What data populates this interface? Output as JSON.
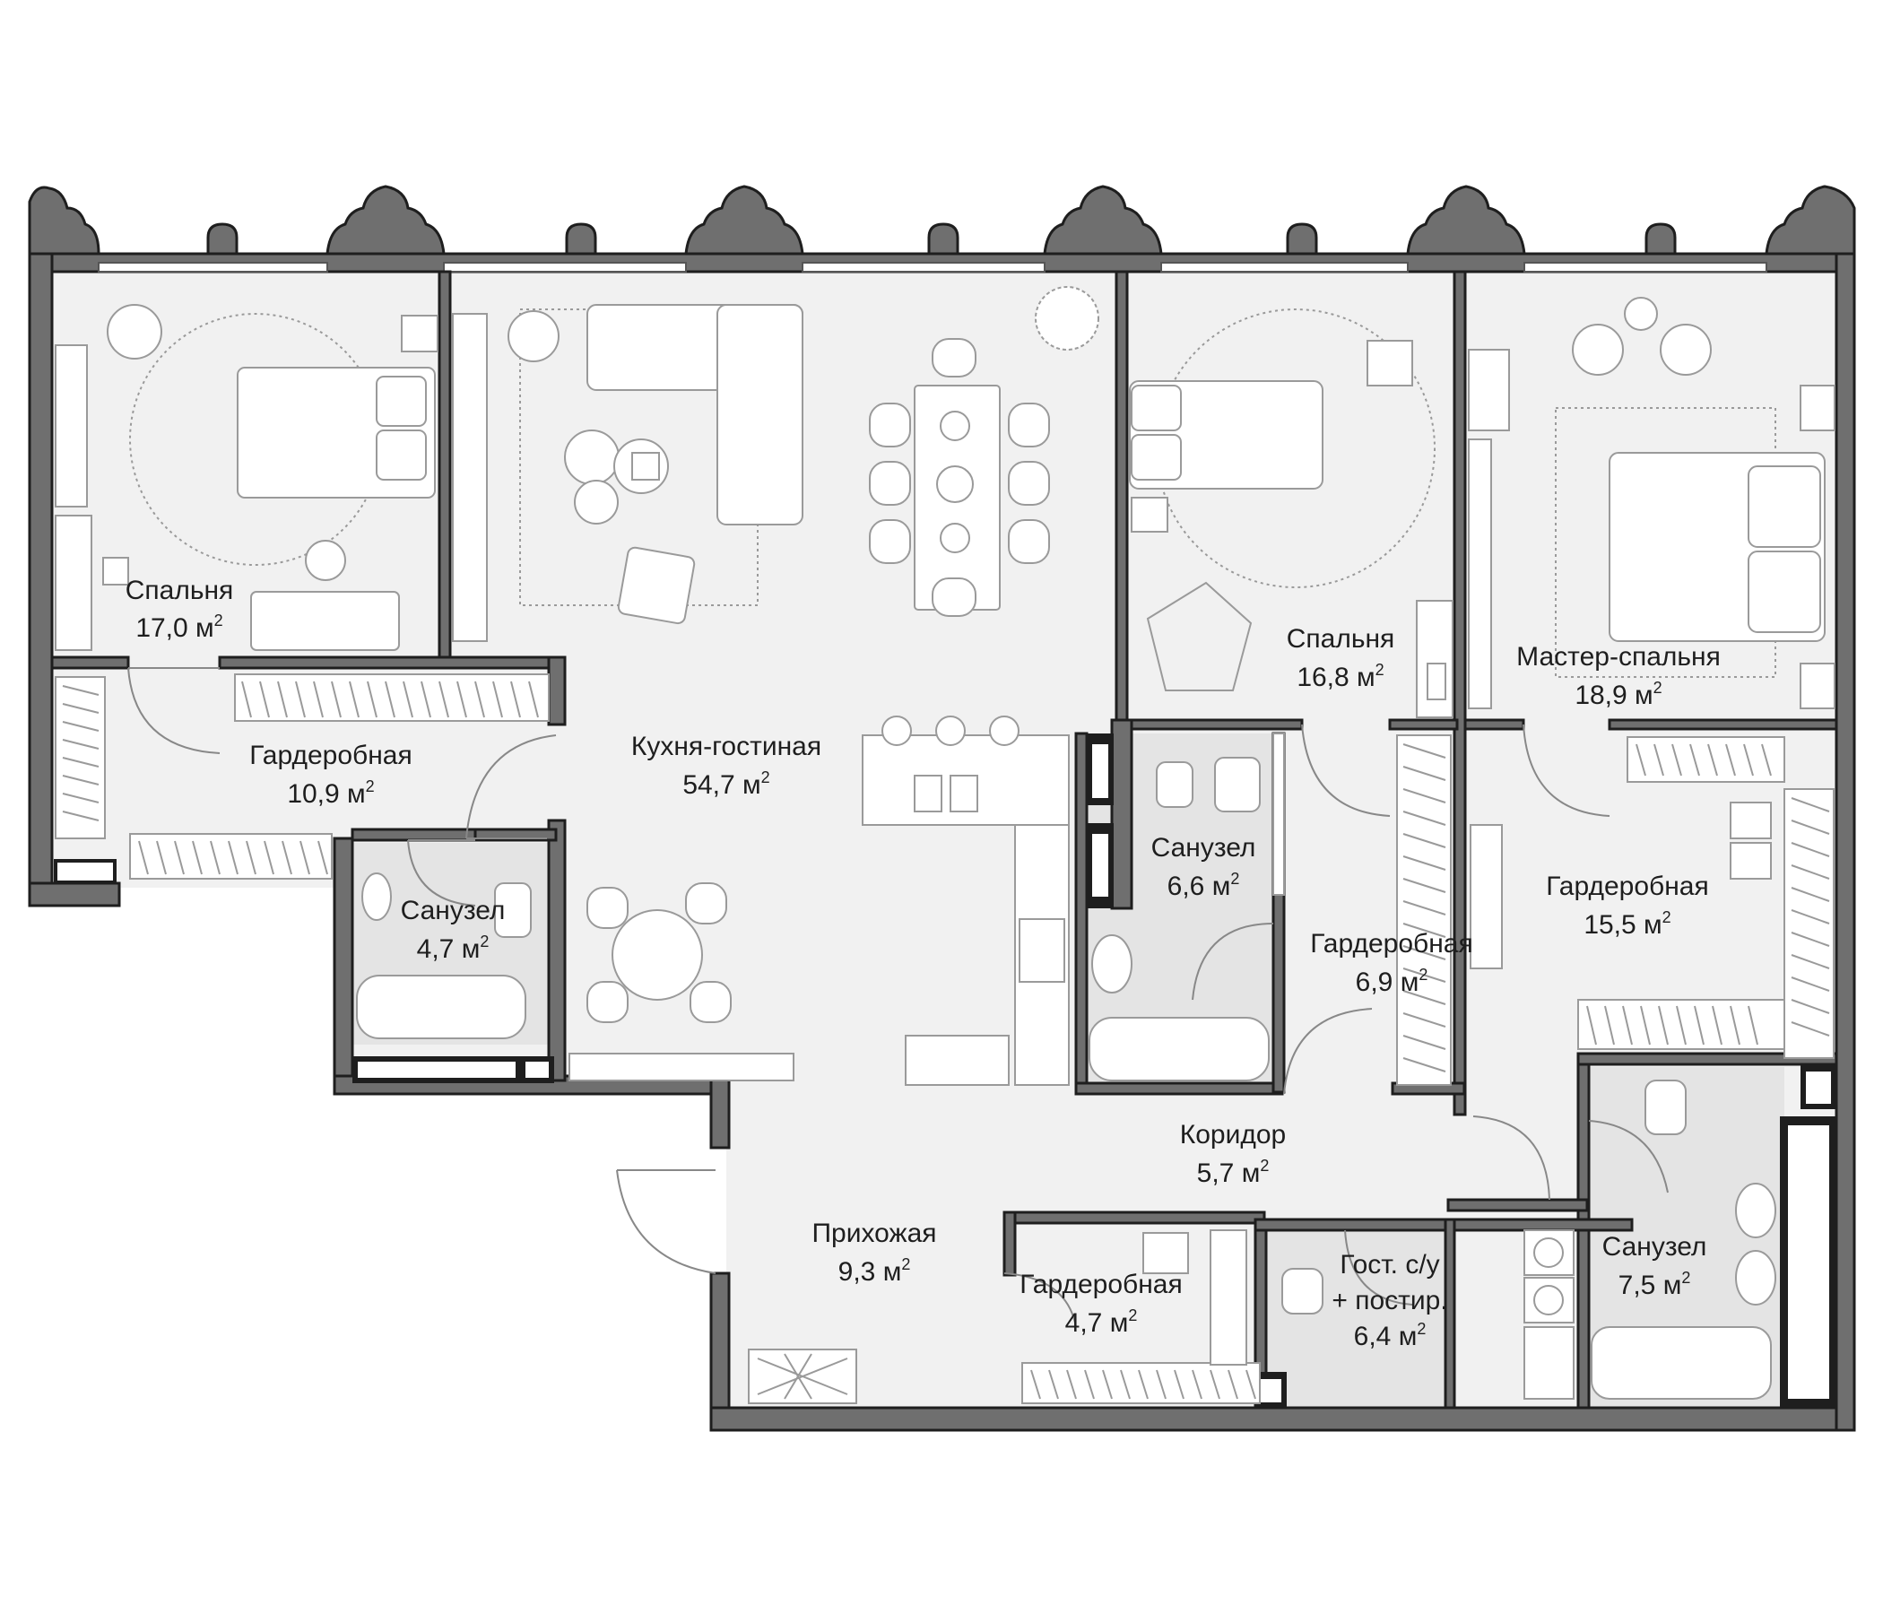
{
  "unit_suffix": "м",
  "unit_power": "2",
  "colors": {
    "wall": "#6f6f6f",
    "outline": "#1e1e1e",
    "floor": "#f1f1f1",
    "tile": "#e4e4e4",
    "furniture": "#9a9a9a"
  },
  "rooms": [
    {
      "id": "bedroom-1",
      "name": "Спальня",
      "area": "17,0"
    },
    {
      "id": "wardrobe-1",
      "name": "Гардеробная",
      "area": "10,9"
    },
    {
      "id": "bathroom-1",
      "name": "Санузел",
      "area": "4,7"
    },
    {
      "id": "kitchen-living",
      "name": "Кухня-гостиная",
      "area": "54,7"
    },
    {
      "id": "bedroom-2",
      "name": "Спальня",
      "area": "16,8"
    },
    {
      "id": "bathroom-2",
      "name": "Санузел",
      "area": "6,6"
    },
    {
      "id": "wardrobe-2",
      "name": "Гардеробная",
      "area": "6,9"
    },
    {
      "id": "master-bedroom",
      "name": "Мастер-спальня",
      "area": "18,9"
    },
    {
      "id": "wardrobe-3",
      "name": "Гардеробная",
      "area": "15,5"
    },
    {
      "id": "corridor",
      "name": "Коридор",
      "area": "5,7"
    },
    {
      "id": "hall",
      "name": "Прихожая",
      "area": "9,3"
    },
    {
      "id": "wardrobe-4",
      "name": "Гардеробная",
      "area": "4,7"
    },
    {
      "id": "guest-wc",
      "name": "Гост. с/у",
      "name2": "+ постир.",
      "area": "6,4"
    },
    {
      "id": "bathroom-3",
      "name": "Санузел",
      "area": "7,5"
    }
  ]
}
